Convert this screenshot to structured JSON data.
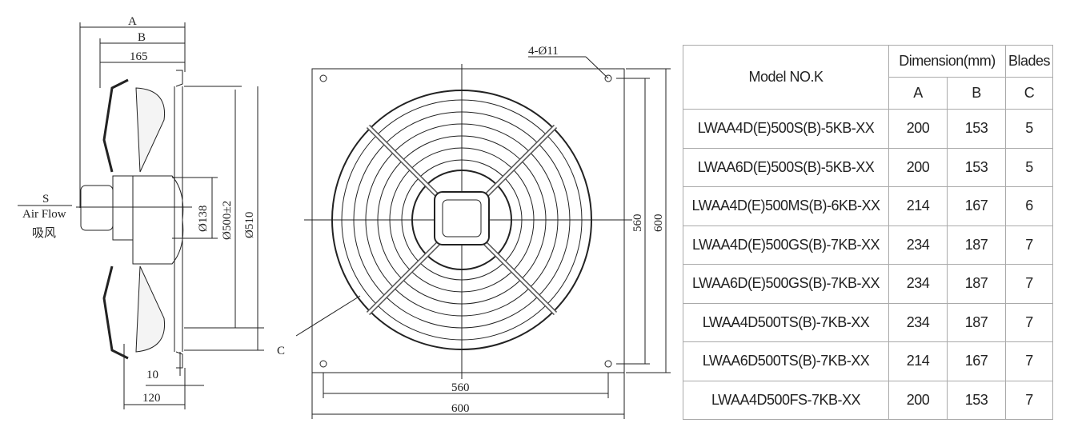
{
  "side_view": {
    "dim_A": "A",
    "dim_B": "B",
    "dim_165": "165",
    "dia_138": "Ø138",
    "dia_500": "Ø500±2",
    "dia_510": "Ø510",
    "dim_10": "10",
    "dim_120": "120",
    "label_S": "S",
    "airflow_en": "Air Flow",
    "airflow_cn": "吸风"
  },
  "front_view": {
    "holes": "4-Ø11",
    "label_C": "C",
    "dim_560_h": "560",
    "dim_600_h": "600",
    "dim_560_v": "560",
    "dim_600_v": "600"
  },
  "table": {
    "header_model": "Model NO.K",
    "header_dimension": "Dimension(mm)",
    "header_blades": "Blades",
    "sub_A": "A",
    "sub_B": "B",
    "sub_C": "C",
    "rows": [
      {
        "model": "LWAA4D(E)500S(B)-5KB-XX",
        "A": "200",
        "B": "153",
        "C": "5"
      },
      {
        "model": "LWAA6D(E)500S(B)-5KB-XX",
        "A": "200",
        "B": "153",
        "C": "5"
      },
      {
        "model": "LWAA4D(E)500MS(B)-6KB-XX",
        "A": "214",
        "B": "167",
        "C": "6"
      },
      {
        "model": "LWAA4D(E)500GS(B)-7KB-XX",
        "A": "234",
        "B": "187",
        "C": "7"
      },
      {
        "model": "LWAA6D(E)500GS(B)-7KB-XX",
        "A": "234",
        "B": "187",
        "C": "7"
      },
      {
        "model": "LWAA4D500TS(B)-7KB-XX",
        "A": "234",
        "B": "187",
        "C": "7"
      },
      {
        "model": "LWAA6D500TS(B)-7KB-XX",
        "A": "214",
        "B": "167",
        "C": "7"
      },
      {
        "model": "LWAA4D500FS-7KB-XX",
        "A": "200",
        "B": "153",
        "C": "7"
      }
    ]
  }
}
